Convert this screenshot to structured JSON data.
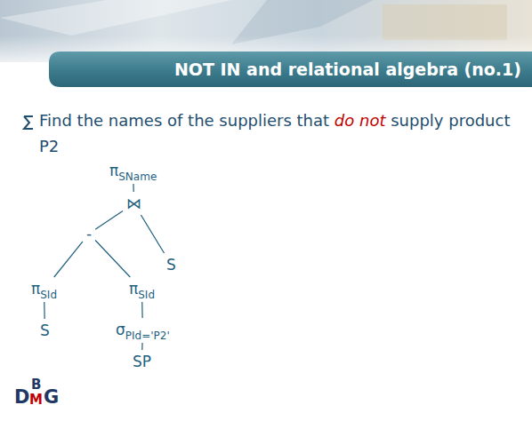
{
  "diagram": {
    "title": "NOT IN and relational algebra (no.1)",
    "nodes": [
      {
        "text": [
          "π",
          "SName"
        ]
      },
      {
        "text": [
          "⋈"
        ]
      },
      {
        "text": [
          "-"
        ]
      },
      {
        "text": [
          "S"
        ]
      },
      {
        "text": [
          "π",
          "SId"
        ]
      },
      {
        "text": [
          "π",
          "SId"
        ]
      },
      {
        "text": [
          "S"
        ]
      },
      {
        "text": [
          "σ",
          "PId='P2'"
        ]
      },
      {
        "text": [
          "SP"
        ]
      }
    ],
    "edges": [
      {
        "from": 0,
        "to": 1,
        "arrow": "none"
      },
      {
        "from": 1,
        "to": 2,
        "arrow": "none"
      },
      {
        "from": 1,
        "to": 3,
        "arrow": "none"
      },
      {
        "from": 2,
        "to": 4,
        "arrow": "none"
      },
      {
        "from": 2,
        "to": 5,
        "arrow": "none"
      },
      {
        "from": 4,
        "to": 6,
        "arrow": "none"
      },
      {
        "from": 5,
        "to": 7,
        "arrow": "none"
      },
      {
        "from": 7,
        "to": 8,
        "arrow": "none"
      }
    ],
    "labels": [
      "Find the names of the suppliers that",
      "do not",
      "supply product P2",
      "D",
      "B",
      "M",
      "G"
    ]
  }
}
